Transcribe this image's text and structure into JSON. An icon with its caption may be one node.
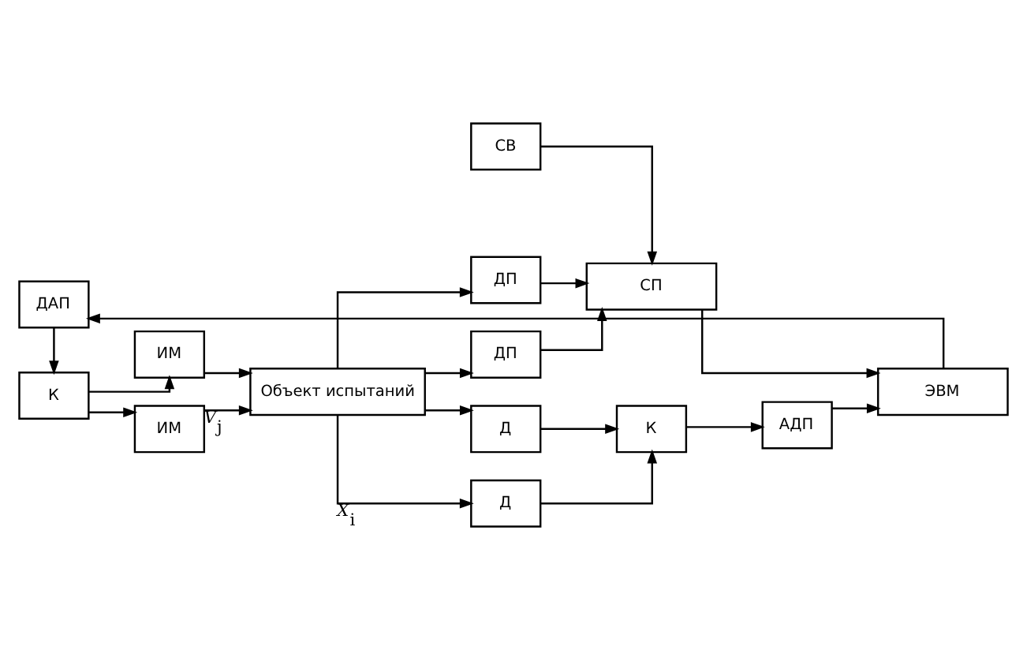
{
  "diagram": {
    "nodes": [
      {
        "text": [
          "ИМ"
        ]
      },
      {
        "text": [
          "ИМ"
        ]
      },
      {
        "text": [
          "Объект испытаний"
        ]
      },
      {
        "text": [
          "Д"
        ]
      },
      {
        "text": [
          "Д"
        ]
      },
      {
        "text": [
          "К"
        ]
      },
      {
        "text": [
          "СВ"
        ]
      },
      {
        "text": [
          "ДП"
        ]
      },
      {
        "text": [
          "ДП"
        ]
      },
      {
        "text": [
          "К"
        ]
      },
      {
        "text": [
          "ДАП"
        ]
      },
      {
        "text": [
          "СП"
        ]
      },
      {
        "text": [
          "АДП"
        ]
      },
      {
        "text": [
          "ЭВМ"
        ]
      }
    ],
    "edges": [
      {
        "from": 5,
        "to": 0,
        "arrow": "to"
      },
      {
        "from": 5,
        "to": 1,
        "arrow": "to"
      },
      {
        "from": 0,
        "to": 2,
        "arrow": "to"
      },
      {
        "from": 1,
        "to": 2,
        "arrow": "to",
        "label": "*V*$_{j}$"
      },
      {
        "from": 2,
        "to": 3,
        "arrow": "to"
      },
      {
        "from": 2,
        "to": 4,
        "arrow": "to",
        "label": "*X*$_{i}$"
      },
      {
        "from": 3,
        "to": 9,
        "arrow": "to"
      },
      {
        "from": 4,
        "to": 9,
        "arrow": "to"
      },
      {
        "from": 2,
        "to": 7,
        "arrow": "to"
      },
      {
        "from": 2,
        "to": 8,
        "arrow": "to"
      },
      {
        "from": 6,
        "to": 11,
        "arrow": "to"
      },
      {
        "from": 7,
        "to": 11,
        "arrow": "to"
      },
      {
        "from": 8,
        "to": 11,
        "arrow": "to"
      },
      {
        "from": 9,
        "to": 12,
        "arrow": "to"
      },
      {
        "from": 12,
        "to": 13,
        "arrow": "to"
      },
      {
        "from": 11,
        "to": 13,
        "arrow": "to"
      },
      {
        "from": 13,
        "to": 10,
        "arrow": "to"
      },
      {
        "from": 10,
        "to": 5,
        "arrow": "to"
      }
    ]
  }
}
